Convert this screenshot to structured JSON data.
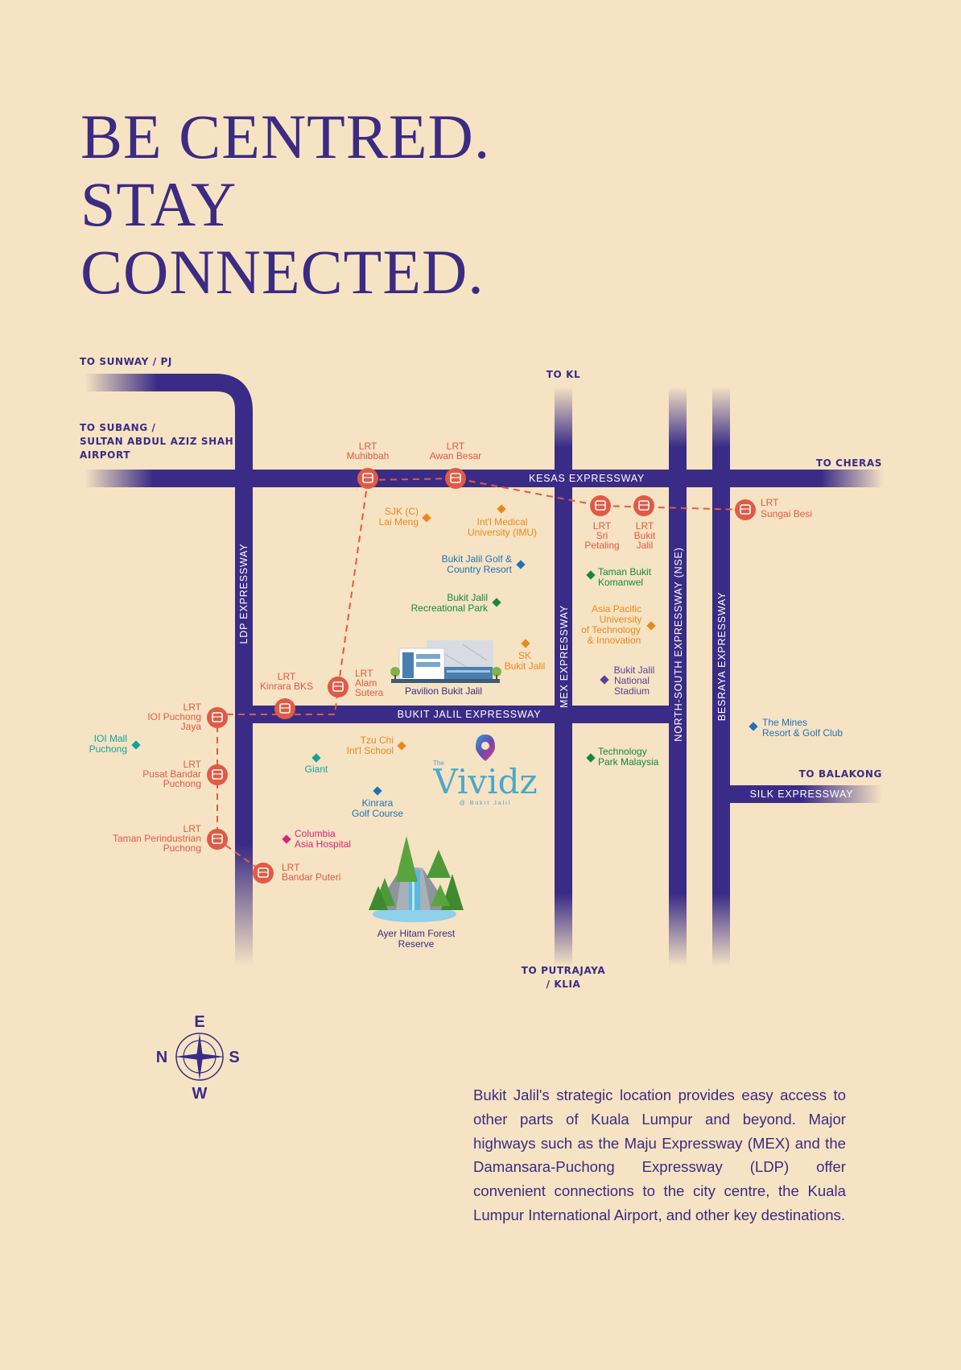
{
  "headline": [
    "BE CENTRED.",
    "STAY",
    "CONNECTED."
  ],
  "colors": {
    "background": "#f6e3c3",
    "road": "#3a2c86",
    "lrt": "#e15a45",
    "orange": "#e8891f",
    "green": "#13893f",
    "blue": "#1f72b8",
    "teal": "#11a49e",
    "purple": "#5c3f9a",
    "magenta": "#d6257a"
  },
  "destinations": {
    "sunway": "TO SUNWAY / PJ",
    "subang": [
      "TO SUBANG /",
      "SULTAN ABDUL AZIZ SHAH",
      "AIRPORT"
    ],
    "kl": "TO KL",
    "cheras": "TO CHERAS",
    "balakong": "TO BALAKONG",
    "putrajaya": [
      "TO PUTRAJAYA",
      "/ KLIA"
    ]
  },
  "roads": {
    "kesas": "KESAS EXPRESSWAY",
    "bukit_jalil": "BUKIT JALIL EXPRESSWAY",
    "ldp": "LDP EXPRESSWAY",
    "mex": "MEX EXPRESSWAY",
    "nse": "NORTH-SOUTH EXPRESSWAY (NSE)",
    "besraya": "BESRAYA EXPRESSWAY",
    "silk": "SILK EXPRESSWAY"
  },
  "lrt": {
    "muhibbah": [
      "LRT",
      "Muhibbah"
    ],
    "awan_besar": [
      "LRT",
      "Awan Besar"
    ],
    "sri_petaling": [
      "LRT",
      "Sri",
      "Petaling"
    ],
    "bukit_jalil": [
      "LRT",
      "Bukit",
      "Jalil"
    ],
    "sungai_besi": [
      "LRT",
      "Sungai Besi"
    ],
    "kinrara": [
      "LRT",
      "Kinrara BKS"
    ],
    "alam_sutera": [
      "LRT",
      "Alam",
      "Sutera"
    ],
    "ioi_puchong": [
      "LRT",
      "IOI Puchong",
      "Jaya"
    ],
    "pusat_bandar": [
      "LRT",
      "Pusat Bandar",
      "Puchong"
    ],
    "taman_perindustrian": [
      "LRT",
      "Taman Perindustrian",
      "Puchong"
    ],
    "bandar_puteri": [
      "LRT",
      "Bandar Puteri"
    ]
  },
  "places": {
    "sjk": [
      "SJK (C)",
      "Lai Meng"
    ],
    "imu": [
      "Int'l Medical",
      "University (IMU)"
    ],
    "golf": [
      "Bukit Jalil Golf &",
      "Country Resort"
    ],
    "taman_bukit": [
      "Taman Bukit",
      "Komanwel"
    ],
    "rec_park": [
      "Bukit Jalil",
      "Recreational Park"
    ],
    "apu": [
      "Asia Pacific",
      "University",
      "of Technology",
      "& Innovation"
    ],
    "sk": [
      "SK",
      "Bukit Jalil"
    ],
    "stadium": [
      "Bukit Jalil",
      "National",
      "Stadium"
    ],
    "pavilion": "Pavilion Bukit Jalil",
    "ioi_mall": [
      "IOI Mall",
      "Puchong"
    ],
    "tzu_chi": [
      "Tzu Chi",
      "Int'l School"
    ],
    "mines": [
      "The Mines",
      "Resort & Golf Club"
    ],
    "giant": "Giant",
    "tpm": [
      "Technology",
      "Park Malaysia"
    ],
    "kinrara_golf": [
      "Kinrara",
      "Golf Course"
    ],
    "columbia": [
      "Columbia",
      "Asia Hospital"
    ],
    "forest": [
      "Ayer Hitam Forest",
      "Reserve"
    ]
  },
  "logo": {
    "small": "The",
    "brand": "Vividz",
    "sub": "@ Bukit Jalil"
  },
  "compass": {
    "n": "N",
    "e": "E",
    "s": "S",
    "w": "W"
  },
  "description": "Bukit Jalil's strategic location provides easy access to other parts of Kuala Lumpur and beyond. Major highways such as the Maju Expressway (MEX) and the Damansara-Puchong Expressway (LDP) offer convenient connections to the city centre, the Kuala Lumpur International Airport, and other key destinations."
}
